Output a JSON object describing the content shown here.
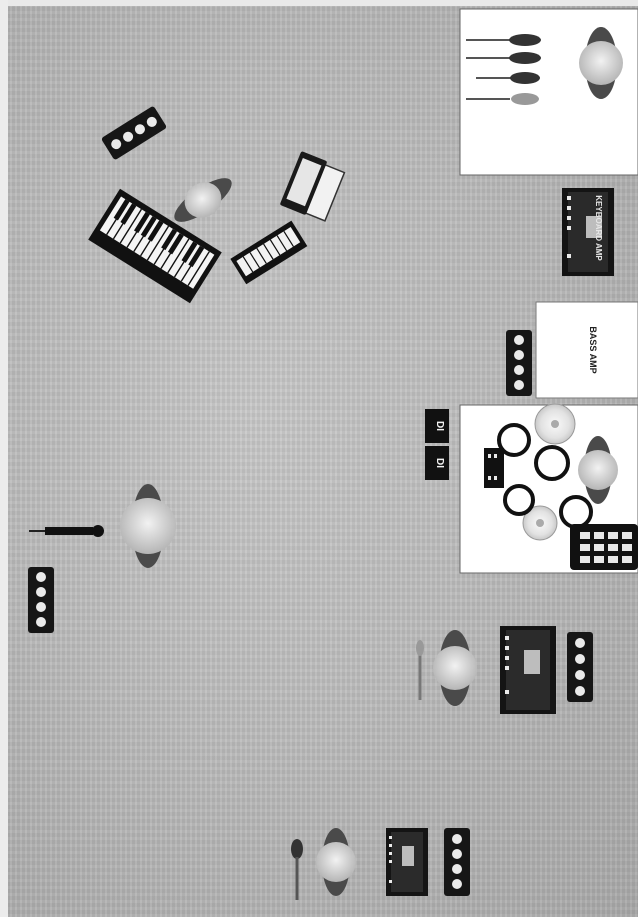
{
  "labels": {
    "keyboard_amp": "KEYBOARD AMP",
    "bass_amp": "BASS AMP",
    "bass_amp_label": "BASS AMP",
    "di_1": "DI",
    "di_2": "DI"
  },
  "colors": {
    "floor": "#bdbdbd",
    "panel": "#ffffff",
    "equipment": "#1a1a1a",
    "monitor_wedge": "#4a4a4a"
  },
  "icons": [
    "stage-monitor-icon",
    "performer-icon",
    "vocal-mic-icon",
    "keyboard-icon",
    "laptop-icon",
    "guitar-icon",
    "guitar-amp-icon",
    "drum-kit-icon",
    "power-outlet-icon"
  ]
}
